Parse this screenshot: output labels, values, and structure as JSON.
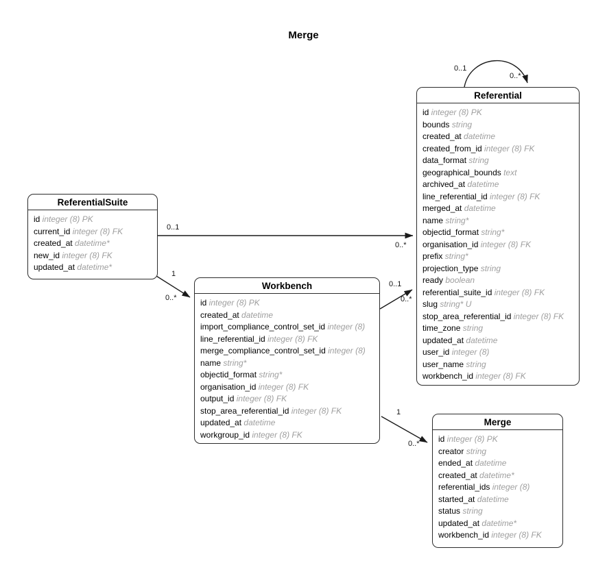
{
  "diagram": {
    "title": "Merge"
  },
  "entities": [
    {
      "name": "ReferentialSuite",
      "fields": [
        {
          "name": "id",
          "type": "integer (8) PK"
        },
        {
          "name": "current_id",
          "type": "integer (8) FK"
        },
        {
          "name": "created_at",
          "type": "datetime*"
        },
        {
          "name": "new_id",
          "type": "integer (8) FK"
        },
        {
          "name": "updated_at",
          "type": "datetime*"
        }
      ]
    },
    {
      "name": "Workbench",
      "fields": [
        {
          "name": "id",
          "type": "integer (8) PK"
        },
        {
          "name": "created_at",
          "type": "datetime"
        },
        {
          "name": "import_compliance_control_set_id",
          "type": "integer (8)"
        },
        {
          "name": "line_referential_id",
          "type": "integer (8) FK"
        },
        {
          "name": "merge_compliance_control_set_id",
          "type": "integer (8)"
        },
        {
          "name": "name",
          "type": "string*"
        },
        {
          "name": "objectid_format",
          "type": "string*"
        },
        {
          "name": "organisation_id",
          "type": "integer (8) FK"
        },
        {
          "name": "output_id",
          "type": "integer (8) FK"
        },
        {
          "name": "stop_area_referential_id",
          "type": "integer (8) FK"
        },
        {
          "name": "updated_at",
          "type": "datetime"
        },
        {
          "name": "workgroup_id",
          "type": "integer (8) FK"
        }
      ]
    },
    {
      "name": "Referential",
      "fields": [
        {
          "name": "id",
          "type": "integer (8) PK"
        },
        {
          "name": "bounds",
          "type": "string"
        },
        {
          "name": "created_at",
          "type": "datetime"
        },
        {
          "name": "created_from_id",
          "type": "integer (8) FK"
        },
        {
          "name": "data_format",
          "type": "string"
        },
        {
          "name": "geographical_bounds",
          "type": "text"
        },
        {
          "name": "archived_at",
          "type": "datetime"
        },
        {
          "name": "line_referential_id",
          "type": "integer (8) FK"
        },
        {
          "name": "merged_at",
          "type": "datetime"
        },
        {
          "name": "name",
          "type": "string*"
        },
        {
          "name": "objectid_format",
          "type": "string*"
        },
        {
          "name": "organisation_id",
          "type": "integer (8) FK"
        },
        {
          "name": "prefix",
          "type": "string*"
        },
        {
          "name": "projection_type",
          "type": "string"
        },
        {
          "name": "ready",
          "type": "boolean"
        },
        {
          "name": "referential_suite_id",
          "type": "integer (8) FK"
        },
        {
          "name": "slug",
          "type": "string* U"
        },
        {
          "name": "stop_area_referential_id",
          "type": "integer (8) FK"
        },
        {
          "name": "time_zone",
          "type": "string"
        },
        {
          "name": "updated_at",
          "type": "datetime"
        },
        {
          "name": "user_id",
          "type": "integer (8)"
        },
        {
          "name": "user_name",
          "type": "string"
        },
        {
          "name": "workbench_id",
          "type": "integer (8) FK"
        }
      ]
    },
    {
      "name": "Merge",
      "fields": [
        {
          "name": "id",
          "type": "integer (8) PK"
        },
        {
          "name": "creator",
          "type": "string"
        },
        {
          "name": "ended_at",
          "type": "datetime"
        },
        {
          "name": "created_at",
          "type": "datetime*"
        },
        {
          "name": "referential_ids",
          "type": "integer (8)"
        },
        {
          "name": "started_at",
          "type": "datetime"
        },
        {
          "name": "status",
          "type": "string"
        },
        {
          "name": "updated_at",
          "type": "datetime*"
        },
        {
          "name": "workbench_id",
          "type": "integer (8) FK"
        }
      ]
    }
  ],
  "relationships": [
    {
      "from": "Referential",
      "to": "Referential",
      "from_cardinality": "0..1",
      "to_cardinality": "0..*"
    },
    {
      "from": "ReferentialSuite",
      "to": "Referential",
      "from_cardinality": "0..1",
      "to_cardinality": "0..*"
    },
    {
      "from": "ReferentialSuite",
      "to": "Workbench",
      "from_cardinality": "1",
      "to_cardinality": "0..*"
    },
    {
      "from": "Workbench",
      "to": "Referential",
      "from_cardinality": "0..1",
      "to_cardinality": "0..*"
    },
    {
      "from": "Workbench",
      "to": "Merge",
      "from_cardinality": "1",
      "to_cardinality": "0..*"
    }
  ],
  "colors": {
    "border": "#2b2b2b",
    "line": "#1a1a1a",
    "type_text": "#9e9e9e",
    "background": "#ffffff"
  }
}
